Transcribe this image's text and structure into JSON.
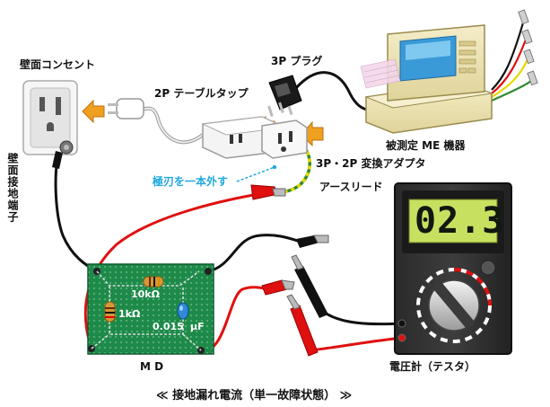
{
  "labels": {
    "wall_outlet": "壁面コンセント",
    "wall_ground": "壁面接地端子",
    "plug_3p": "3P プラグ",
    "table_tap": "2P テーブルタップ",
    "device": "被測定 ME 機器",
    "adapter": "3P・2P 変換アダプタ",
    "remove_pole": "極刃を一本外す",
    "earth_lead": "アースリード",
    "md": "M D",
    "meter": "電圧計（テスタ）",
    "caption": "≪ 接地漏れ電流（単一故障状態） ≫"
  },
  "md_board": {
    "r1": "10kΩ",
    "r2": "1kΩ",
    "cap": "0.015",
    "cap_unit": "μF"
  },
  "meter": {
    "reading": "02.3"
  },
  "colors": {
    "wire_red": "#e01010",
    "wire_black": "#111111",
    "earth_green": "#2f8a2f",
    "earth_yellow": "#e8d800",
    "lcd_bg": "#c8e060",
    "board_green": "#1e8a4a",
    "arrow_orange": "#f0a020",
    "label_cyan": "#1fa8e0"
  }
}
